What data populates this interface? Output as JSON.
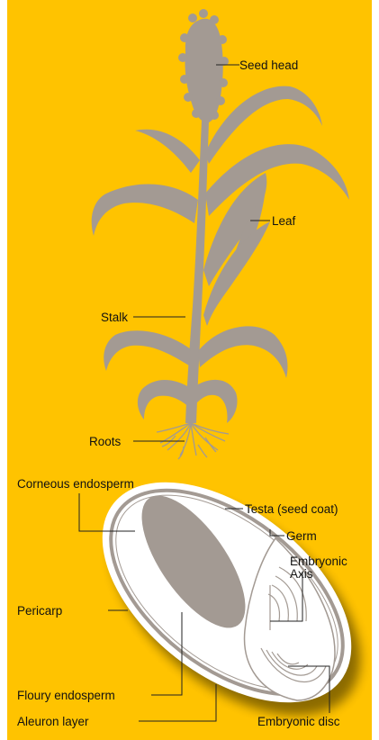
{
  "colors": {
    "background": "#ffc300",
    "plant": "#a39a93",
    "seed_shell": "#ffffff",
    "seed_band": "#a39a93",
    "leader": "#222222"
  },
  "labels": {
    "seed_head": "Seed head",
    "leaf": "Leaf",
    "stalk": "Stalk",
    "roots": "Roots",
    "corneous_endosperm": "Corneous endosperm",
    "testa": "Testa (seed coat)",
    "germ": "Germ",
    "embryonic_axis_line1": "Embryonic",
    "embryonic_axis_line2": "Axis",
    "pericarp": "Pericarp",
    "floury_endosperm": "Floury endosperm",
    "aleuron_layer": "Aleuron layer",
    "embryonic_disc": "Embryonic disc"
  }
}
